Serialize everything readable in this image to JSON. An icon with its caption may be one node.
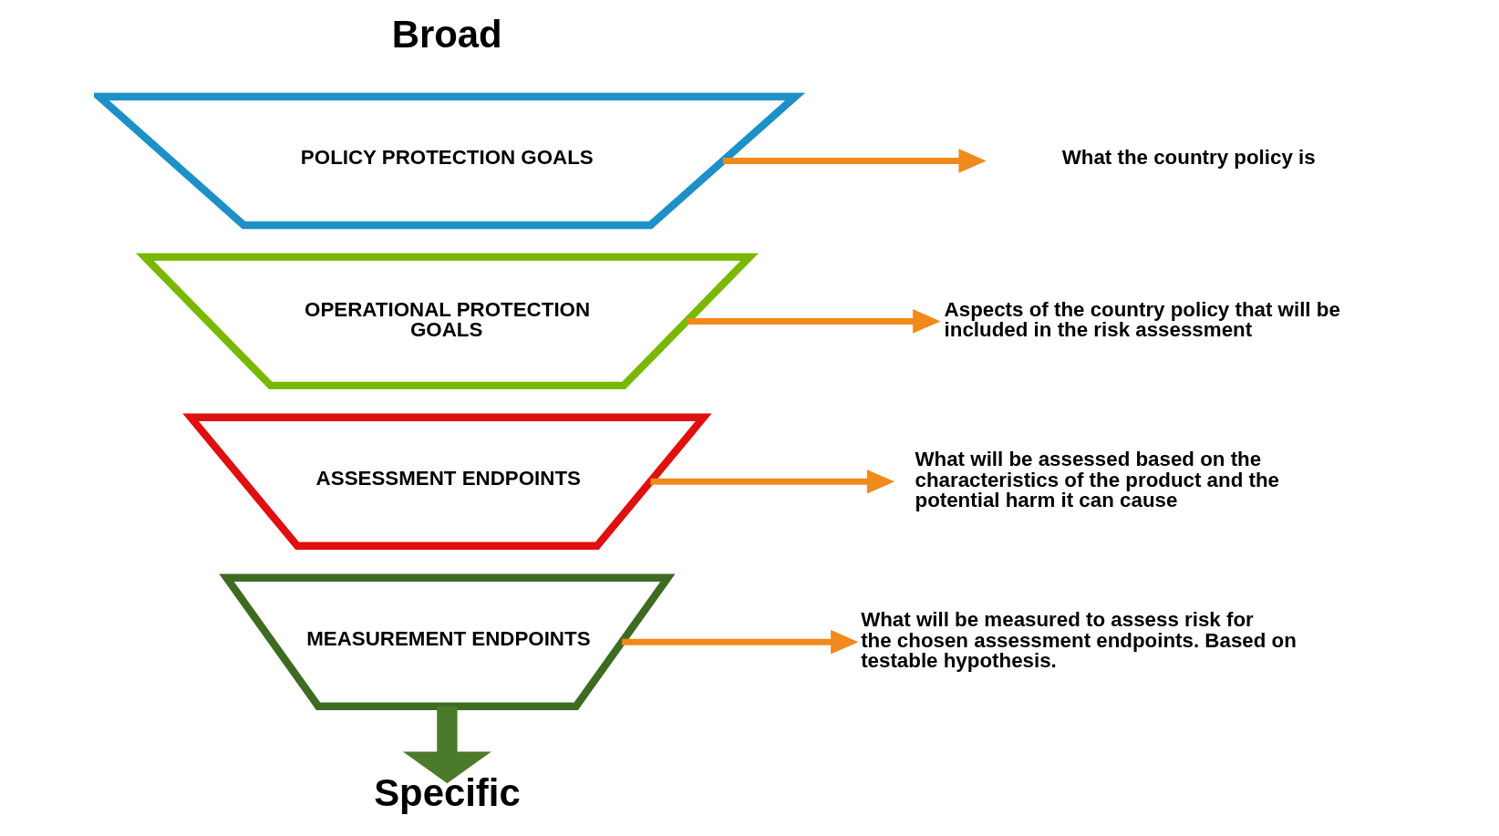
{
  "diagram": {
    "nodes": [
      {
        "text": [
          "POLICY PROTECTION GOALS"
        ]
      },
      {
        "text": [
          "OPERATIONAL PROTECTION GOALS"
        ]
      },
      {
        "text": [
          "ASSESSMENT ENDPOINTS"
        ]
      },
      {
        "text": [
          "MEASUREMENT ENDPOINTS"
        ]
      },
      {
        "text": [
          "What the country policy is"
        ]
      },
      {
        "text": [
          "Aspects of the country policy that will be included in the risk assessment"
        ]
      },
      {
        "text": [
          "What will be assessed based on the characteristics of the product and the potential harm it can cause"
        ]
      },
      {
        "text": [
          "What will be measured to assess risk for the chosen assessment endpoints. Based on testable hypothesis."
        ]
      },
      {
        "text": [
          "Specific"
        ]
      }
    ],
    "edges": [
      {
        "from": 0,
        "to": 4,
        "arrow": "to"
      },
      {
        "from": 1,
        "to": 5,
        "arrow": "to"
      },
      {
        "from": 2,
        "to": 6,
        "arrow": "to"
      },
      {
        "from": 3,
        "to": 7,
        "arrow": "to"
      },
      {
        "from": 3,
        "to": 8,
        "arrow": "to",
        "style": "thick",
        "color": "#4a7a2a"
      }
    ],
    "labels": [
      "Broad"
    ]
  }
}
